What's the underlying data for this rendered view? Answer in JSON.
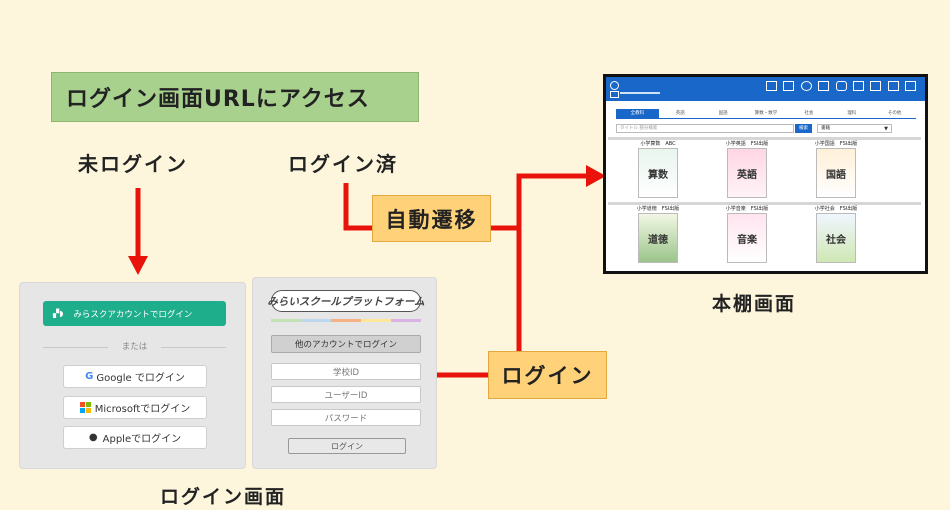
{
  "title": "ログイン画面URLにアクセス",
  "labels": {
    "not_logged_in": "未ログイン",
    "logged_in": "ログイン済",
    "auto_transition": "自動遷移",
    "login": "ログイン",
    "login_screen": "ログイン画面",
    "bookshelf_screen": "本棚画面"
  },
  "login_panel_left": {
    "miraschool_button": "みらスクアカウントでログイン",
    "or": "または",
    "google_button": "Google でログイン",
    "microsoft_button": "Microsoftでログイン",
    "apple_button": "Appleでログイン"
  },
  "login_panel_right": {
    "logo": "みらいスクールプラットフォーム",
    "other_account_button": "他のアカウントでログイン",
    "school_id_placeholder": "学校ID",
    "user_id_placeholder": "ユーザーID",
    "password_placeholder": "パスワード",
    "login_button": "ログイン"
  },
  "bookshelf": {
    "tabs": [
      "全教科",
      "英語",
      "国語",
      "算数・数学",
      "社会",
      "理科",
      "その他"
    ],
    "search_placeholder": "タイトル 部分検索",
    "search_button": "検索",
    "sort_label": "書籍",
    "books": [
      {
        "caption": "小学算数　ABC",
        "cover": "算数"
      },
      {
        "caption": "小学英語　FSI出版",
        "cover": "英語"
      },
      {
        "caption": "小学国語　FSI出版",
        "cover": "国語"
      },
      {
        "caption": "小学道徳　FSI出版",
        "cover": "道徳"
      },
      {
        "caption": "小学音楽　FSI出版",
        "cover": "音楽"
      },
      {
        "caption": "小学社会　FSI出版",
        "cover": "社会"
      }
    ]
  },
  "colors": {
    "background": "#fdf6dd",
    "title_box": "#a9d18e",
    "orange_box": "#ffd27a",
    "arrow": "#e8140c",
    "miraschool_green": "#1fae8c",
    "bookshelf_header": "#1967c9"
  }
}
